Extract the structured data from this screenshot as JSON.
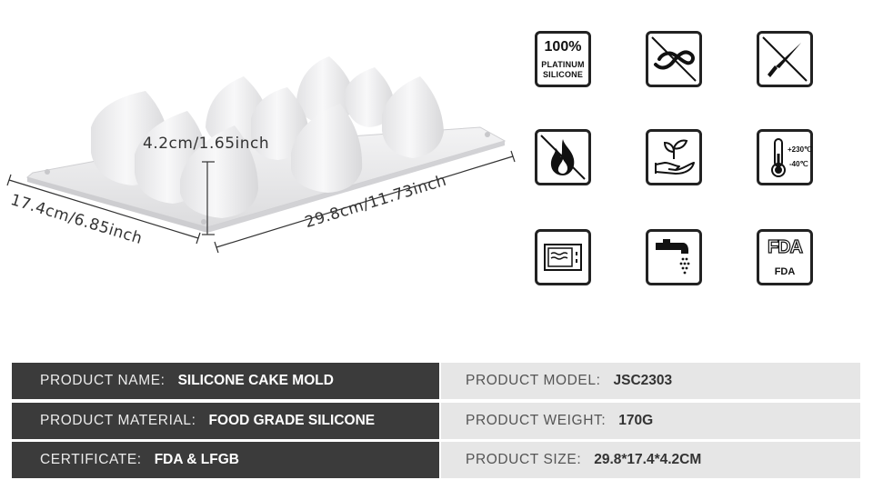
{
  "dimensions": {
    "height": "4.2cm/1.65inch",
    "width": "29.8cm/11.73inch",
    "depth": "17.4cm/6.85inch"
  },
  "icons": [
    {
      "name": "platinum-silicone-icon",
      "line1": "100%",
      "line2": "PLATINUM",
      "line3": "SILICONE"
    },
    {
      "name": "no-knot-icon"
    },
    {
      "name": "no-knife-icon"
    },
    {
      "name": "no-fire-icon"
    },
    {
      "name": "eco-plant-hand-icon"
    },
    {
      "name": "thermometer-icon",
      "high": "+230℃",
      "low": "-40℃"
    },
    {
      "name": "microwave-icon"
    },
    {
      "name": "faucet-icon"
    },
    {
      "name": "fda-icon",
      "logo": "FDA",
      "text": "FDA"
    }
  ],
  "specs": [
    {
      "left_label": "PRODUCT NAME:",
      "left_value": "SILICONE CAKE MOLD",
      "right_label": "PRODUCT MODEL:",
      "right_value": "JSC2303"
    },
    {
      "left_label": "PRODUCT MATERIAL:",
      "left_value": "FOOD GRADE SILICONE",
      "right_label": "PRODUCT WEIGHT:",
      "right_value": "170G"
    },
    {
      "left_label": "CERTIFICATE:",
      "left_value": "FDA & LFGB",
      "right_label": "PRODUCT SIZE:",
      "right_value": "29.8*17.4*4.2CM"
    }
  ]
}
